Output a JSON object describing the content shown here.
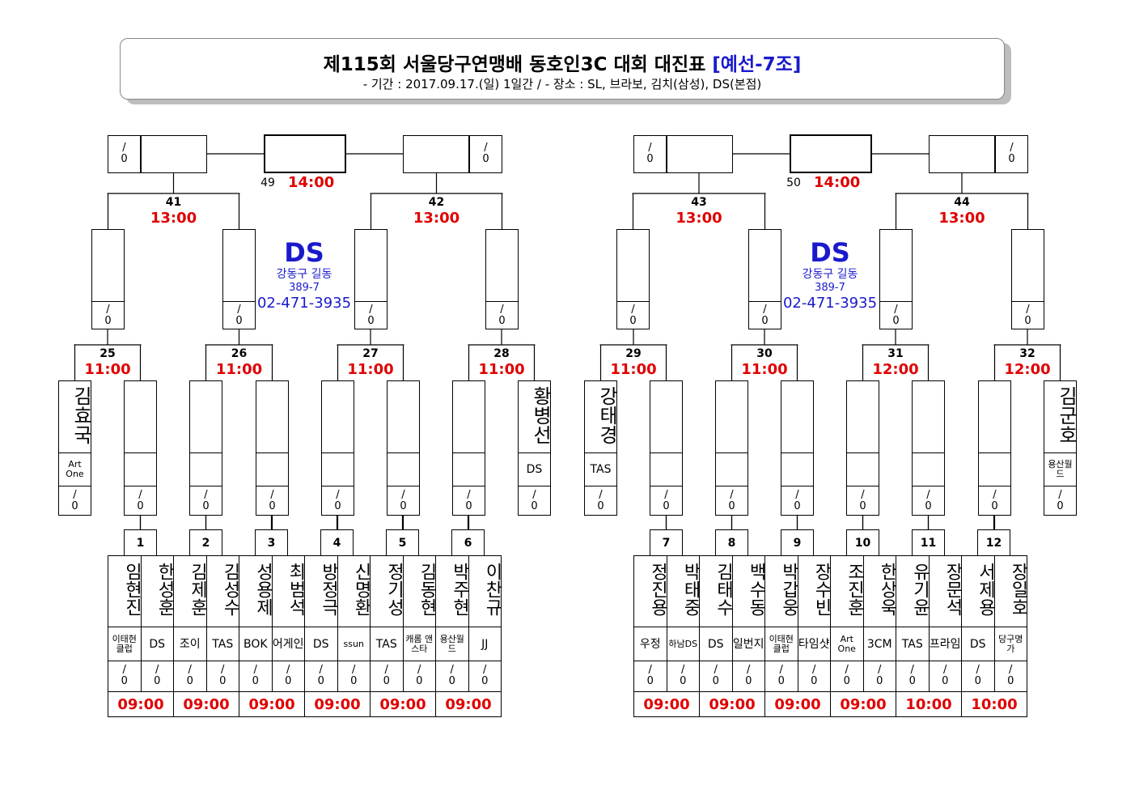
{
  "header": {
    "title": "제115회  서울당구연맹배  동호인3C  대회  대진표",
    "group": "[예선-7조]",
    "subtitle": "-  기간 :  2017.09.17.(일)  1일간  /  -  장소 :  SL,  브라보,  김치(삼성),  DS(본점)"
  },
  "score_placeholder": "/\n0",
  "venues": [
    {
      "name": "DS",
      "address1": "강동구  길동",
      "address2": "389-7",
      "phone": "02-471-3935"
    },
    {
      "name": "DS",
      "address1": "강동구  길동",
      "address2": "389-7",
      "phone": "02-471-3935"
    }
  ],
  "round1": [
    {
      "num": "1",
      "time": "09:00",
      "players": [
        {
          "name": "임현진",
          "club": "이태현 클럽"
        },
        {
          "name": "한성훈",
          "club": "DS"
        }
      ]
    },
    {
      "num": "2",
      "time": "09:00",
      "players": [
        {
          "name": "김제훈",
          "club": "조이"
        },
        {
          "name": "김성수",
          "club": "TAS"
        }
      ]
    },
    {
      "num": "3",
      "time": "09:00",
      "players": [
        {
          "name": "성용제",
          "club": "BOK"
        },
        {
          "name": "최범석",
          "club": "어게인"
        }
      ]
    },
    {
      "num": "4",
      "time": "09:00",
      "players": [
        {
          "name": "방정극",
          "club": "DS"
        },
        {
          "name": "신명환",
          "club": "ssun"
        }
      ]
    },
    {
      "num": "5",
      "time": "09:00",
      "players": [
        {
          "name": "정기성",
          "club": "TAS"
        },
        {
          "name": "김동현",
          "club": "캐롬 앤스타"
        }
      ]
    },
    {
      "num": "6",
      "time": "09:00",
      "players": [
        {
          "name": "박주현",
          "club": "용산월드"
        },
        {
          "name": "이찬규",
          "club": "JJ"
        }
      ]
    },
    {
      "num": "7",
      "time": "09:00",
      "players": [
        {
          "name": "정진용",
          "club": "우정"
        },
        {
          "name": "박태중",
          "club": "하남DS"
        }
      ]
    },
    {
      "num": "8",
      "time": "09:00",
      "players": [
        {
          "name": "김태수",
          "club": "DS"
        },
        {
          "name": "백수동",
          "club": "일번지"
        }
      ]
    },
    {
      "num": "9",
      "time": "09:00",
      "players": [
        {
          "name": "박갑웅",
          "club": "이태현 클럽"
        },
        {
          "name": "장수빈",
          "club": "타임샷"
        }
      ]
    },
    {
      "num": "10",
      "time": "09:00",
      "players": [
        {
          "name": "조진훈",
          "club": "Art One"
        },
        {
          "name": "한상욱",
          "club": "3CM"
        }
      ]
    },
    {
      "num": "11",
      "time": "10:00",
      "players": [
        {
          "name": "유기윤",
          "club": "TAS"
        },
        {
          "name": "장문석",
          "club": "프라임"
        }
      ]
    },
    {
      "num": "12",
      "time": "10:00",
      "players": [
        {
          "name": "서제용",
          "club": "DS"
        },
        {
          "name": "장일호",
          "club": "당구명가"
        }
      ]
    }
  ],
  "round2": [
    {
      "num": "25",
      "time": "11:00",
      "seed": {
        "name": "김효국",
        "club": "Art One"
      }
    },
    {
      "num": "26",
      "time": "11:00"
    },
    {
      "num": "27",
      "time": "11:00"
    },
    {
      "num": "28",
      "time": "11:00",
      "seed": {
        "name": "황병선",
        "club": "DS"
      }
    },
    {
      "num": "29",
      "time": "11:00",
      "seed": {
        "name": "강태경",
        "club": "TAS"
      }
    },
    {
      "num": "30",
      "time": "11:00"
    },
    {
      "num": "31",
      "time": "12:00"
    },
    {
      "num": "32",
      "time": "12:00",
      "seed": {
        "name": "김군호",
        "club": "용산월드"
      }
    }
  ],
  "round3": [
    {
      "num": "41",
      "time": "13:00"
    },
    {
      "num": "42",
      "time": "13:00"
    },
    {
      "num": "43",
      "time": "13:00"
    },
    {
      "num": "44",
      "time": "13:00"
    }
  ],
  "final": [
    {
      "num": "49",
      "time": "14:00"
    },
    {
      "num": "50",
      "time": "14:00"
    }
  ]
}
